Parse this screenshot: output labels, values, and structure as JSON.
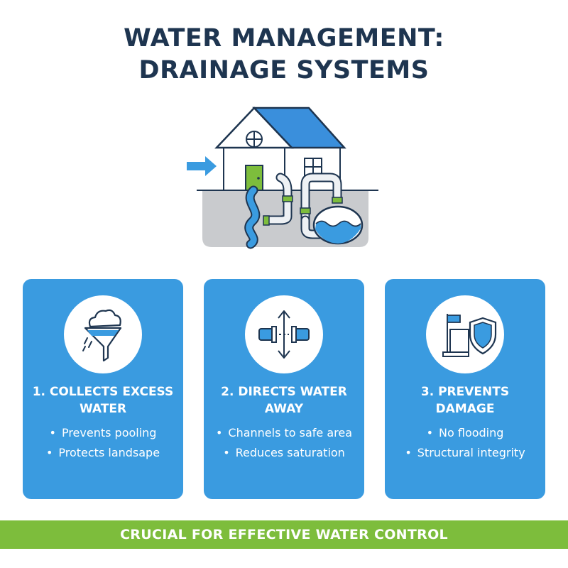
{
  "title": {
    "line1": "WATER MANAGEMENT:",
    "line2": "DRAINAGE SYSTEMS"
  },
  "colors": {
    "title": "#1e3550",
    "card": "#3a9be0",
    "roof": "#3a8fdc",
    "footer": "#7dbd3c",
    "accent_green": "#7dbd3c",
    "ground": "#c9cbce"
  },
  "hero_icons": [
    "house-icon",
    "arrow-right-icon",
    "underground-pipe-icon",
    "water-stream-icon",
    "storage-tank-icon"
  ],
  "cards": [
    {
      "icon": "rain-funnel-icon",
      "heading_line1": "1. COLLECTS EXCESS",
      "heading_line2": "WATER",
      "bullets": [
        "Prevents pooling",
        "Protects landsape"
      ]
    },
    {
      "icon": "pipe-directions-icon",
      "heading_line1": "2. DIRECTS WATER",
      "heading_line2": "AWAY",
      "bullets": [
        "Channels to safe area",
        "Reduces saturation"
      ]
    },
    {
      "icon": "shield-building-icon",
      "heading_line1": "3. PREVENTS",
      "heading_line2": "DAMAGE",
      "bullets": [
        "No flooding",
        "Structural integrity"
      ]
    }
  ],
  "footer": "CRUCIAL FOR EFFECTIVE WATER CONTROL"
}
